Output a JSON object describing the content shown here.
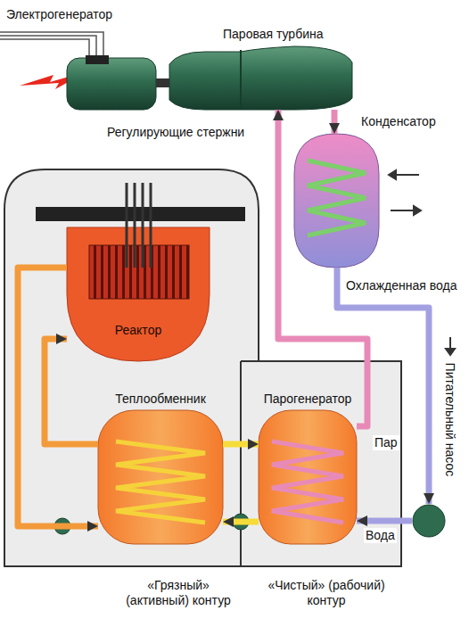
{
  "diagram": {
    "nodes": [
      {
        "text": [
          "Электрогенератор"
        ]
      },
      {
        "text": [
          "Паровая турбина"
        ]
      },
      {
        "text": [
          "Реактор"
        ]
      },
      {
        "text": [
          "Конденсатор"
        ]
      },
      {
        "text": [
          "Теплообменник"
        ]
      },
      {
        "text": [
          "Парогенератор"
        ]
      },
      {
        "text": [
          "Питательный насос"
        ]
      }
    ],
    "edges": [
      {
        "from": 0,
        "to": 1,
        "arrow": "none"
      },
      {
        "from": 1,
        "to": 3,
        "arrow": "to"
      },
      {
        "from": 3,
        "to": 6,
        "arrow": "to"
      },
      {
        "from": 6,
        "to": 5,
        "label": "Вода",
        "arrow": "to"
      },
      {
        "from": 5,
        "to": 1,
        "label": "Пар",
        "arrow": "to"
      },
      {
        "from": 2,
        "to": 4,
        "arrow": "to"
      },
      {
        "from": 4,
        "to": 2,
        "arrow": "to"
      },
      {
        "from": 4,
        "to": 5,
        "arrow": "to"
      },
      {
        "from": 5,
        "to": 4,
        "arrow": "to"
      }
    ],
    "labels": [
      "Регулирующие стержни",
      "Охлажденная вода",
      "«Грязный» (активный) контур",
      "«Чистый» (рабочий) контур"
    ]
  }
}
